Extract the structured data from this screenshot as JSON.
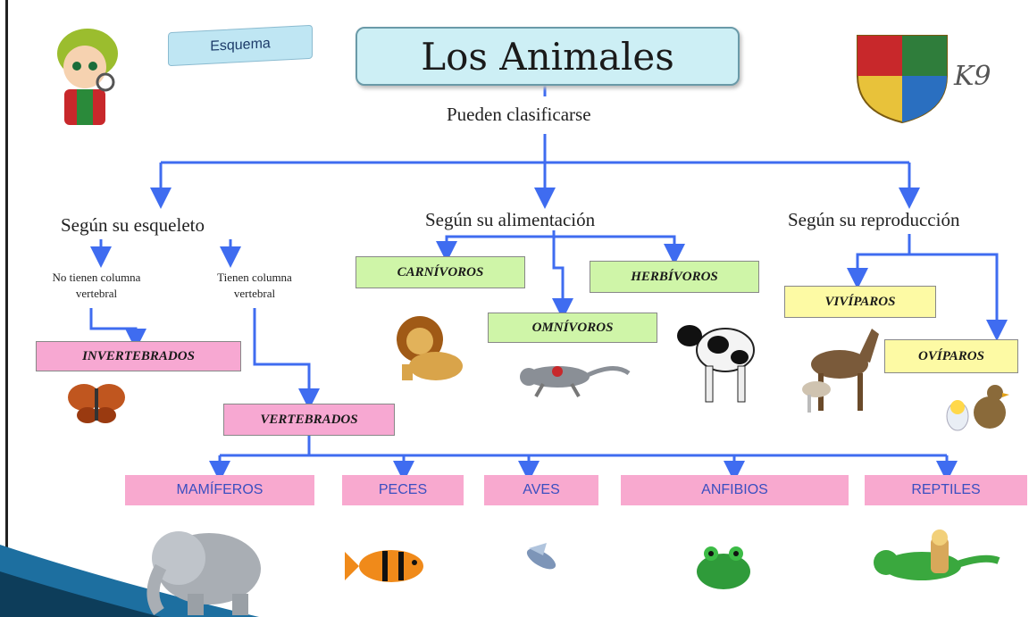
{
  "title": "Los Animales",
  "tag": "Esquema",
  "subtitle": "Pueden clasificarse",
  "branches": {
    "esqueleto": "Según su esqueleto",
    "alimentacion": "Según su alimentación",
    "reproduccion": "Según su reproducción"
  },
  "esqueleto": {
    "no_columna": [
      "No tienen columna",
      "vertebral"
    ],
    "si_columna": [
      "Tienen columna",
      "vertebral"
    ],
    "invertebrados": "INVERTEBRADOS",
    "vertebrados": "VERTEBRADOS"
  },
  "alimentacion": {
    "carnivoros": "CARNÍVOROS",
    "omnivoros": "OMNÍVOROS",
    "herbivoros": "HERBÍVOROS"
  },
  "reproduccion": {
    "viviparos": "VIVÍPAROS",
    "oviparos": "OVÍPAROS"
  },
  "vertebrados_classes": [
    "MAMÍFEROS",
    "PECES",
    "AVES",
    "ANFIBIOS",
    "REPTILES"
  ],
  "colors": {
    "arrow": "#3f6cf0",
    "title_bg": "#cdeff5",
    "green": "#cff5a8",
    "pink": "#f7a8d2",
    "yellow": "#fdfaa4"
  },
  "icons": [
    "boy-character-icon",
    "crest-icon",
    "butterfly-icon",
    "lion-icon",
    "lizard-icon",
    "cow-icon",
    "horse-icon",
    "chick-egg-icon",
    "duck-icon",
    "elephant-icon",
    "fish-icon",
    "bird-icon",
    "frog-icon",
    "reptile-icon"
  ]
}
